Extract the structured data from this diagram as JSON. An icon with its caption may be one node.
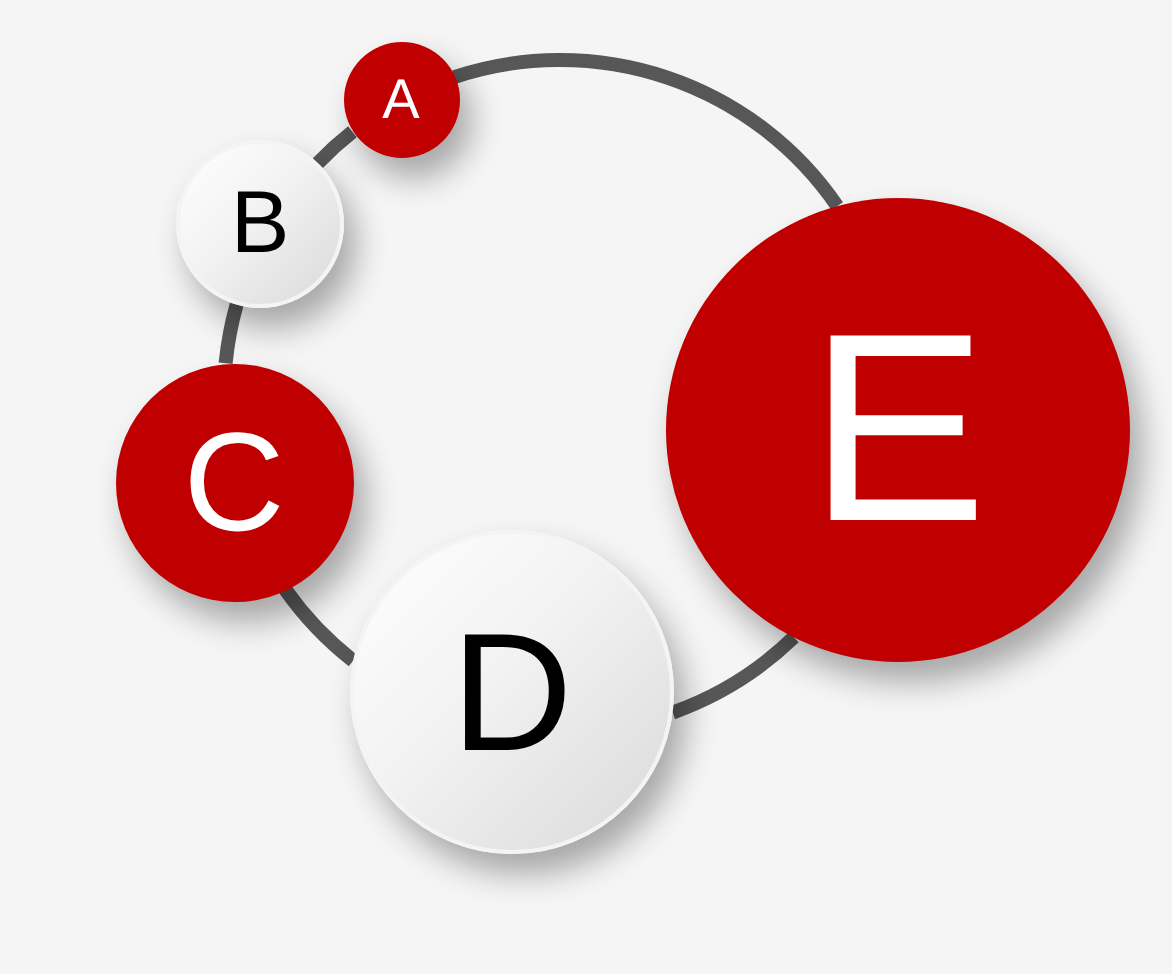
{
  "diagram": {
    "nodes": [
      {
        "text": [
          "A"
        ]
      },
      {
        "text": [
          "B"
        ]
      },
      {
        "text": [
          "C"
        ]
      },
      {
        "text": [
          "D"
        ]
      },
      {
        "text": [
          "E"
        ]
      }
    ],
    "edges": [
      {
        "from": 0,
        "to": 1,
        "arrow": "none"
      },
      {
        "from": 1,
        "to": 2,
        "arrow": "none"
      },
      {
        "from": 2,
        "to": 3,
        "arrow": "none"
      },
      {
        "from": 3,
        "to": 4,
        "arrow": "none"
      },
      {
        "from": 4,
        "to": 0,
        "arrow": "none"
      }
    ]
  }
}
